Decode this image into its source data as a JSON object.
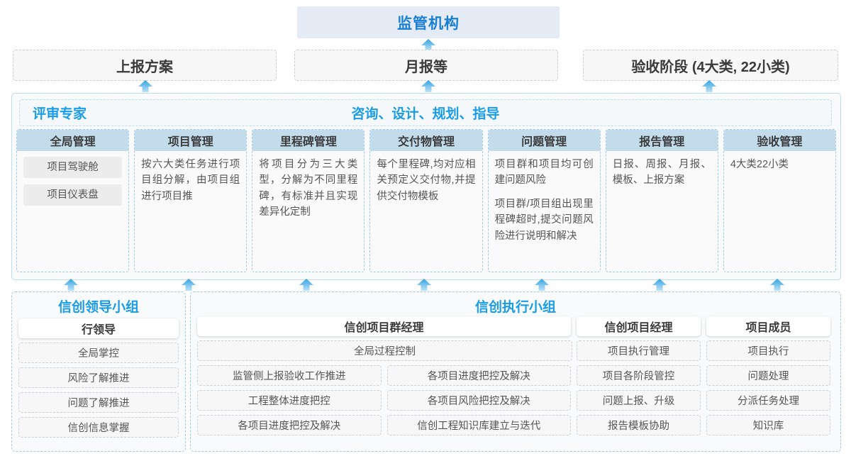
{
  "top": {
    "regulator": "监管机构",
    "reports": [
      "上报方案",
      "月报等",
      "验收阶段 (4大类, 22小类)"
    ]
  },
  "middle": {
    "banner_left": "评审专家",
    "banner_center": "咨询、设计、规划、指导",
    "cards": [
      {
        "title": "全局管理",
        "chips": [
          "项目驾驶舱",
          "项目仪表盘"
        ],
        "paragraphs": []
      },
      {
        "title": "项目管理",
        "chips": [],
        "paragraphs": [
          "按六大类任务进行项目组分解，由项目组进行项目推"
        ]
      },
      {
        "title": "里程碑管理",
        "chips": [],
        "paragraphs": [
          "将项目分为三大类型，分解为不同里程碑，有标准并且实现差异化定制"
        ]
      },
      {
        "title": "交付物管理",
        "chips": [],
        "paragraphs": [
          "每个里程碑,均对应相关预定义交付物,并提供交付物模板"
        ]
      },
      {
        "title": "问题管理",
        "chips": [],
        "paragraphs": [
          "项目群和项目均可创建问题风险",
          "项目群/项目组出现里程碑超时,提交问题风险进行说明和解决"
        ]
      },
      {
        "title": "报告管理",
        "chips": [],
        "paragraphs": [
          "日报、周报、月报、模板、上报方案"
        ]
      },
      {
        "title": "验收管理",
        "chips": [],
        "paragraphs": [
          "4大类22小类"
        ]
      }
    ]
  },
  "bottom": {
    "lead_group": {
      "title": "信创领导小组",
      "role": "行领导",
      "tasks": [
        "全局掌控",
        "风险了解推进",
        "问题了解推进",
        "信创信息掌握"
      ]
    },
    "exec_group": {
      "title": "信创执行小组",
      "program_manager": {
        "role": "信创项目群经理",
        "wide_task": "全局过程控制",
        "left_tasks": [
          "监管侧上报验收工作推进",
          "工程整体进度把控",
          "各项目进度把控及解决"
        ],
        "right_tasks": [
          "各项目进度把控及解决",
          "各项目风险把控及解决",
          "信创工程知识库建立与迭代"
        ]
      },
      "project_manager": {
        "role": "信创项目经理",
        "tasks": [
          "项目执行管理",
          "项目各阶段管控",
          "问题上报、升级",
          "报告模板协助"
        ]
      },
      "project_member": {
        "role": "项目成员",
        "tasks": [
          "项目执行",
          "问题处理",
          "分派任务处理",
          "知识库"
        ]
      }
    }
  },
  "colors": {
    "accent_blue": "#1a9ce8",
    "title_blue": "#1a7fd4",
    "card_head": "#c3dcec",
    "regulator_bg": "#e4ebf5",
    "arrow": "#3fa9e5",
    "chip_bg": "#ececec"
  },
  "arrows": {
    "to_regulator": {
      "name": "arrow-up-icon"
    },
    "to_reports": {
      "name": "arrow-up-icon"
    },
    "to_cards": {
      "name": "arrow-up-icon"
    }
  }
}
